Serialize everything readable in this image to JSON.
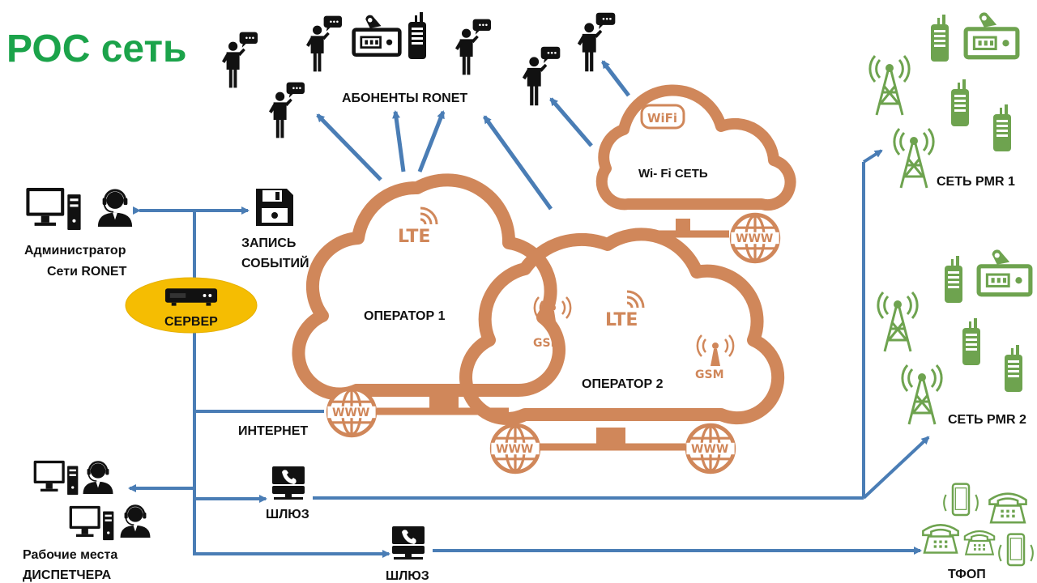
{
  "title": "РОС сеть",
  "subscribers_label": "АБОНЕНТЫ RONET",
  "wifi_badge": "WiFi",
  "wifi_label": "Wi- Fi СЕТЬ",
  "operator1_label": "ОПЕРАТОР  1",
  "operator2_label": "ОПЕРАТОР  2",
  "lte": "LTE",
  "gsm": "GSM",
  "www": "WWW",
  "admin_label": [
    "Администратор",
    "Сети RONET"
  ],
  "server_label": "СЕРВЕР",
  "recording_label": [
    "ЗАПИСЬ",
    "СОБЫТИЙ"
  ],
  "internet_label": "ИНТЕРНЕТ",
  "gateway_label": "ШЛЮЗ",
  "dispatcher_label": [
    "Рабочие места",
    "ДИСПЕТЧЕРА"
  ],
  "pmr1_label": "СЕТЬ PMR 1",
  "pmr2_label": "СЕТЬ PMR 2",
  "pstn_label": "ТФОП",
  "colors": {
    "title": "#1BA34A",
    "cloud": "#D0875A",
    "line": "#4A7DB5",
    "server": "#F5BD02",
    "pmr": "#6EA34F",
    "icon": "#111111"
  }
}
